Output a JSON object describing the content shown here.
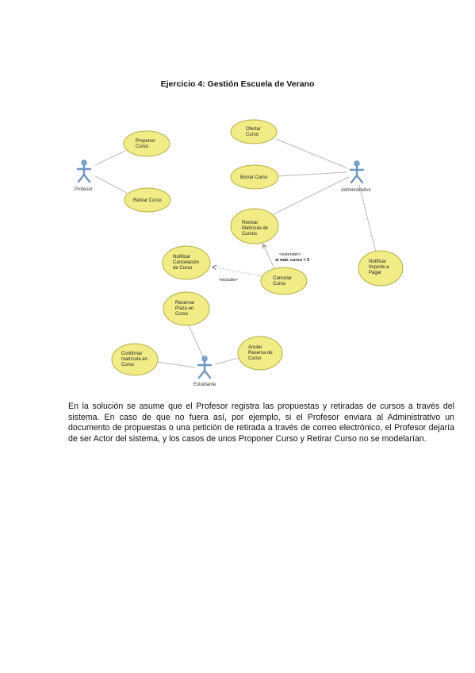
{
  "title": "Ejercicio 4: Gestión Escuela de Verano",
  "actors": {
    "profesor": "Profesor",
    "administrativo": "Administrativo",
    "estudiante": "Estudiante"
  },
  "use_cases": {
    "proponer_curso": [
      "Proponer",
      "Curso"
    ],
    "retirar_curso": [
      "Retirar Curso"
    ],
    "ofertar_curso": [
      "Ofertar",
      "Curso"
    ],
    "borrar_curso": [
      "Borrar Curso"
    ],
    "revisar_matricula": [
      "Revisar",
      "Matrícula de",
      "Cursos"
    ],
    "notificar_cancelacion": [
      "Notificar",
      "Cancelación",
      "de Curso"
    ],
    "cancelar_curso": [
      "Cancelar",
      "Curso"
    ],
    "notificar_importe": [
      "Notificar",
      "Importe a",
      "Pagar"
    ],
    "reservar_plaza": [
      "Reservar",
      "Plaza en",
      "Curso"
    ],
    "confirmar_matricula": [
      "Confirmar",
      "matrícula en",
      "Curso"
    ],
    "anular_reserva": [
      "Anular",
      "Reserva de",
      "Curso"
    ]
  },
  "relations": {
    "extender": "<extender>",
    "condition": "si mat. curso < 5",
    "include": "<include>"
  },
  "paragraph": "En la solución se asume que el Profesor registra las propuestas y retiradas de cursos a través del sistema. En caso de que no fuera así, por ejemplo, si el Profesor enviara al Administrativo un documento de propuestas o una petición de retirada a través de correo electrónico, el Profesor dejaría de ser Actor del sistema, y los casos de unos Proponer Curso y Retirar Curso no se modelarían."
}
